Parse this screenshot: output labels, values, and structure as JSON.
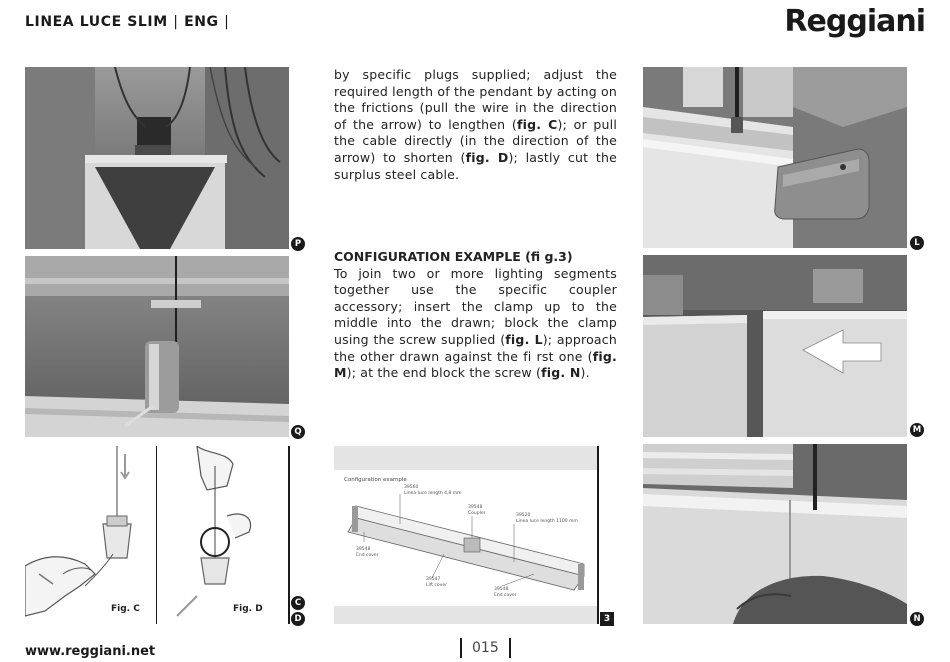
{
  "header": {
    "title": "LINEA LUCE SLIM",
    "lang": "ENG",
    "sep": "|",
    "brand": "Reggiani"
  },
  "body": {
    "continued": {
      "t1": "by specific plugs supplied; adjust the required length of the pendant by acting on the frictions (pull the wire in the direction of the arrow) to lengthen (",
      "fig_c": "fig. C",
      "t2": "); or pull the cable directly (in the direction of the arrow) to shorten (",
      "fig_d": "fig. D",
      "t3": "); lastly cut the surplus steel cable."
    },
    "config": {
      "heading": "CONFIGURATION EXAMPLE (fi g.3)",
      "t1": "To join two or more lighting segments together use the specific coupler accessory; insert the clamp up to the middle into the drawn; block the clamp using the screw supplied (",
      "fig_l": "fig. L",
      "t2": "); approach the other drawn against the fi rst one (",
      "fig_m": "fig. M",
      "t3": "); at the end block the screw (",
      "fig_n": "fig. N",
      "t4": ")."
    }
  },
  "figures": {
    "p": "P",
    "q": "Q",
    "c": "C",
    "d": "D",
    "l": "L",
    "m": "M",
    "n": "N",
    "three": "3",
    "fig_c_caption": "Fig. C",
    "fig_d_caption": "Fig. D"
  },
  "diagram": {
    "title": "Configuration example",
    "labels": {
      "a_code": "39560",
      "a_desc": "Linea luce\nlength 4,8 mm",
      "b_code": "39548",
      "b_desc": "Coupler",
      "c_code": "39520",
      "c_desc": "Linea luce\nlength 1100 mm",
      "d_code": "39548",
      "d_desc": "End cover",
      "e_code": "39547",
      "e_desc": "Lift cover",
      "f_code": "39548",
      "f_desc": "End cover"
    }
  },
  "footer": {
    "url": "www.reggiani.net",
    "page": "015"
  }
}
